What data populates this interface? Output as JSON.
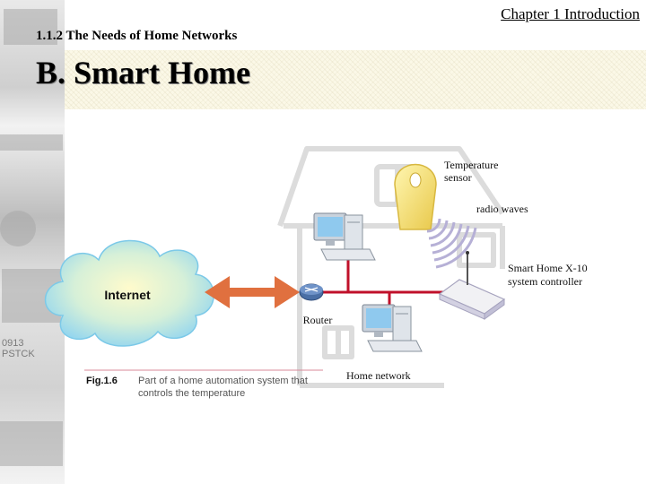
{
  "header": {
    "chapter": "Chapter 1  Introduction",
    "section": "1.1.2  The Needs of Home Networks",
    "title": "B. Smart Home"
  },
  "left_strip": {
    "text_1": "0913",
    "text_2": "PSTCK"
  },
  "diagram": {
    "internet_label": "Internet",
    "router_label": "Router",
    "temperature_sensor_line1": "Temperature",
    "temperature_sensor_line2": "sensor",
    "radio_waves_label": "radio waves",
    "controller_line1": "Smart Home X-10",
    "controller_line2": "system controller",
    "home_network_label": "Home network",
    "fig_number": "Fig.1.6",
    "caption_line1": "Part of a home automation system that",
    "caption_line2": "controls the temperature",
    "colors": {
      "network_line": "#c0102a",
      "arrow": "#e0703f",
      "cloud_fill_center": "#fffbcc",
      "cloud_fill_edge": "#8fd4f0",
      "router": "#4a6fa5",
      "house_outline": "#dcdcdc",
      "caption_rule": "#d88a9a"
    }
  }
}
